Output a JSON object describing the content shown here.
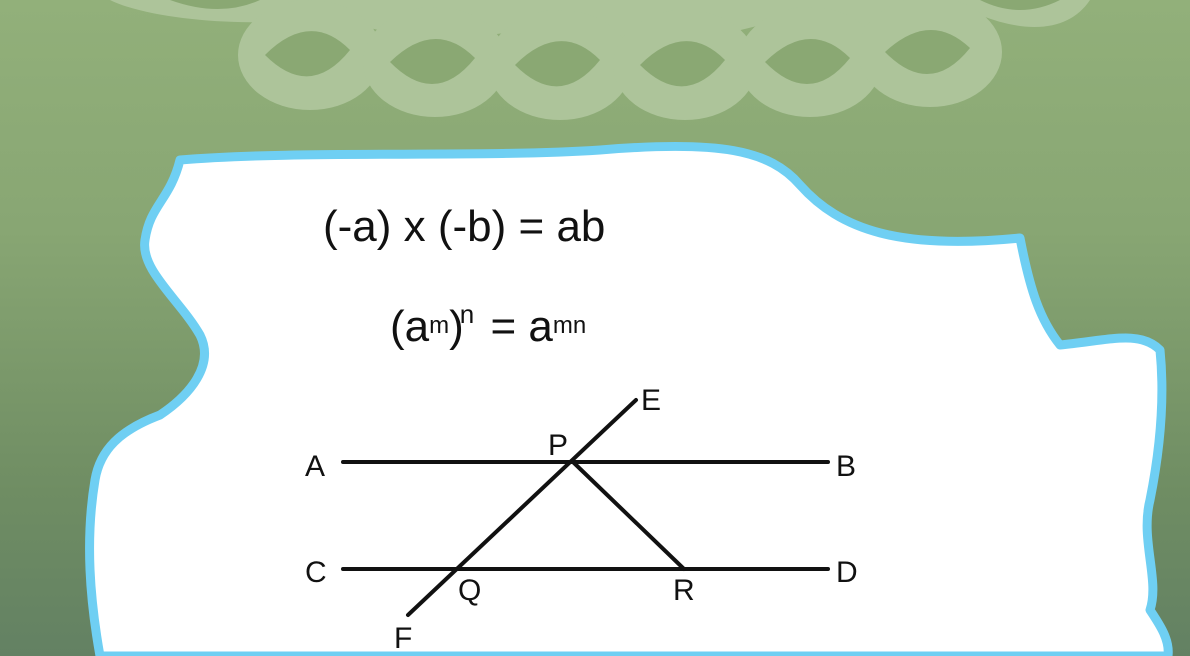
{
  "equation_1": {
    "open": "(",
    "text": "-a) x (-b) = ab"
  },
  "equation_2": {
    "open": "(a",
    "exp_m": "m",
    "close": ")",
    "exp_n": "n",
    "equals": " = a",
    "exp_mn": "mn"
  },
  "diagram": {
    "points": {
      "A": "A",
      "B": "B",
      "C": "C",
      "D": "D",
      "E": "E",
      "F": "F",
      "P": "P",
      "Q": "Q",
      "R": "R"
    }
  },
  "colors": {
    "background_top": "#92b07a",
    "background_bottom": "#638163",
    "decoration": "#adc49a",
    "card_fill": "#ffffff",
    "card_border": "#6fcff3",
    "ink": "#111111"
  }
}
